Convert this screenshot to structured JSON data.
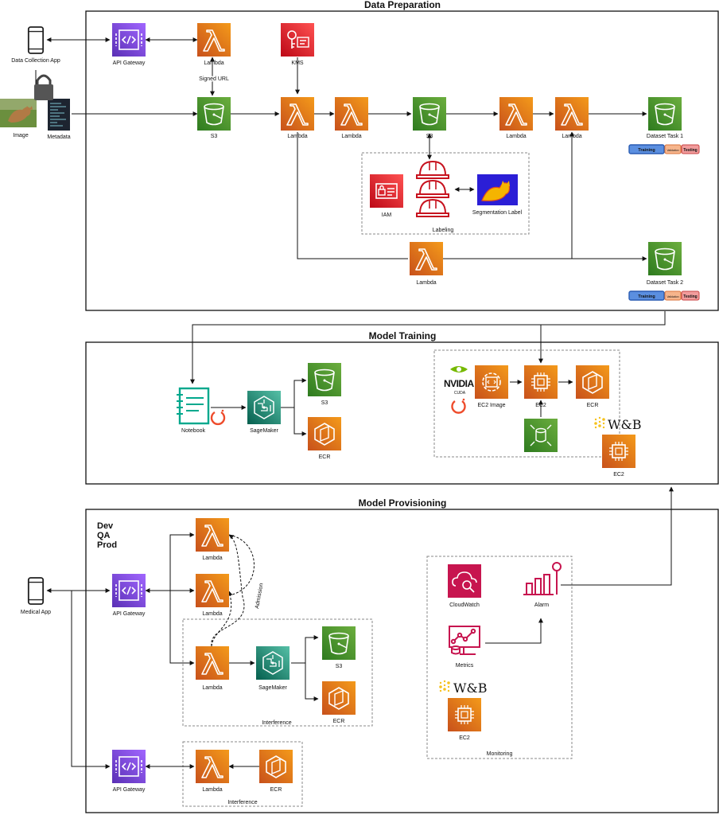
{
  "sections": {
    "data_prep": "Data Preparation",
    "training": "Model Training",
    "provisioning": "Model Provisioning"
  },
  "labels": {
    "data_collection_app": "Data Collection App",
    "api_gateway": "API Gateway",
    "lambda": "Lambda",
    "kms": "KMS",
    "signed_url": "Signed URL",
    "s3": "S3",
    "image": "Image",
    "metadata": "Metadata",
    "dataset_task_1": "Dataset Task 1",
    "dataset_task_2": "Dataset Task 2",
    "iam": "IAM",
    "segmentation_label": "Segmentation Label",
    "labeling": "Labeling",
    "training": "Training",
    "validation": "Validation",
    "testing": "Testing",
    "nvidia": "NVIDIA",
    "cuda": "CUDA",
    "ec2_image": "EC2 Image",
    "ec2": "EC2",
    "ecr": "ECR",
    "wandb": "W&B",
    "notebook": "Notebook",
    "sagemaker": "SageMaker",
    "env_dev": "Dev",
    "env_qa": "QA",
    "env_prod": "Prod",
    "medical_app": "Medical App",
    "admission": "Admission",
    "interference": "Interference",
    "cloudwatch": "CloudWatch",
    "alarm": "Alarm",
    "metrics": "Metrics",
    "monitoring": "Monitoring"
  },
  "colors": {
    "compute_orange": "#e8730b",
    "storage_green": "#3f8624",
    "network_purple": "#8c4fff",
    "security_red": "#dd344c",
    "monitor_pink": "#c7154f",
    "ml_teal": "#01a88d",
    "wandb_yellow": "#f6c21c",
    "training_blue": "#5b8fe0",
    "validation_orange": "#f6b58c",
    "testing_red": "#f19c9c"
  }
}
